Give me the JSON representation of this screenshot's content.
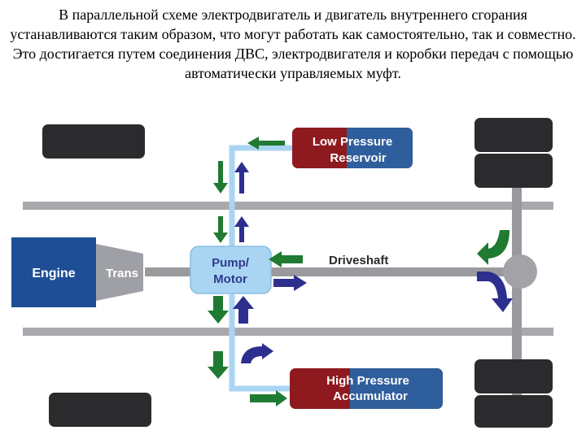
{
  "caption": "В параллельной схеме электродвигатель и двигатель внутреннего сгорания устанавливаются таким образом, что могут работать как самостоятельно, так и совместно. Это достигается путем соединения ДВС, электродвигателя и коробки передач с помощью автоматически управляемых муфт.",
  "diagram": {
    "engine": "Engine",
    "trans": "Trans",
    "pump_line1": "Pump/",
    "pump_line2": "Motor",
    "driveshaft": "Driveshaft",
    "low_line1": "Low Pressure",
    "low_line2": "Reservoir",
    "high_line1": "High Pressure",
    "high_line2": "Accumulator"
  },
  "colors": {
    "wheel": "#2b2b2d",
    "frame": "#a9a9ad",
    "axle": "#9a9a9e",
    "engine": "#1e4f96",
    "trans": "#9fa0a5",
    "pump": "#a9d5f2",
    "pipe": "#a9d5f2",
    "reservoir_red": "#8e1a1f",
    "reservoir_blue": "#2f5e9c",
    "arrow_green": "#1f7a32",
    "arrow_purple": "#2d2f8e",
    "text_dark": "#2a2a2a"
  }
}
